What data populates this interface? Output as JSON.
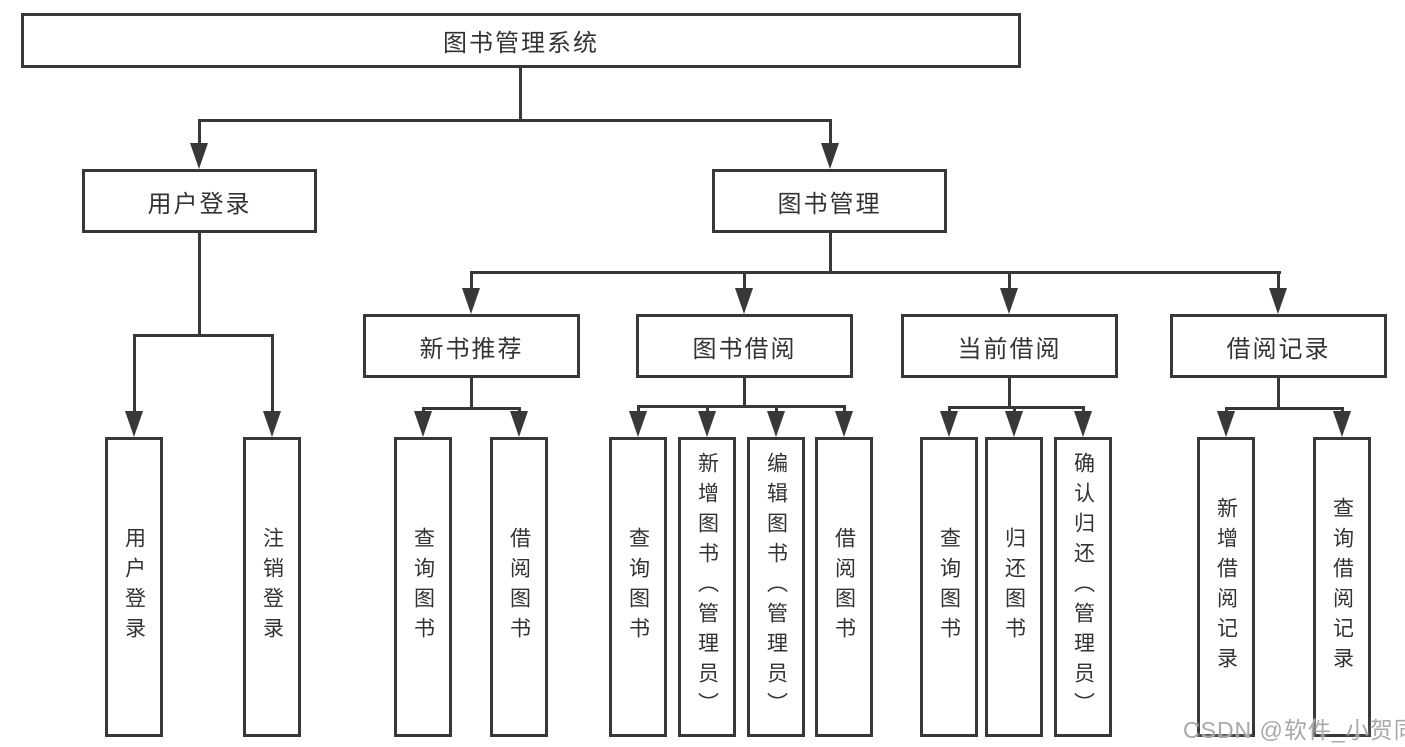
{
  "diagram": {
    "root": {
      "label": "图书管理系统"
    },
    "user_login": {
      "label": "用户登录",
      "children": [
        {
          "label": "用户登录"
        },
        {
          "label": "注销登录"
        }
      ]
    },
    "book_mgmt": {
      "label": "图书管理",
      "children": [
        {
          "label": "新书推荐",
          "children": [
            {
              "label": "查询图书"
            },
            {
              "label": "借阅图书"
            }
          ]
        },
        {
          "label": "图书借阅",
          "children": [
            {
              "label": "查询图书"
            },
            {
              "label": "新增图书（管理员）"
            },
            {
              "label": "编辑图书（管理员）"
            },
            {
              "label": "借阅图书"
            }
          ]
        },
        {
          "label": "当前借阅",
          "children": [
            {
              "label": "查询图书"
            },
            {
              "label": "归还图书"
            },
            {
              "label": "确认归还（管理员）"
            }
          ]
        },
        {
          "label": "借阅记录",
          "children": [
            {
              "label": "新增借阅记录"
            },
            {
              "label": "查询借阅记录"
            }
          ]
        }
      ]
    }
  },
  "watermark": {
    "text": "CSDN @软件_小贺同学"
  },
  "colors": {
    "line": "#383838",
    "text": "#333333",
    "background": "#ffffff",
    "watermark": "#a9a9a9"
  }
}
